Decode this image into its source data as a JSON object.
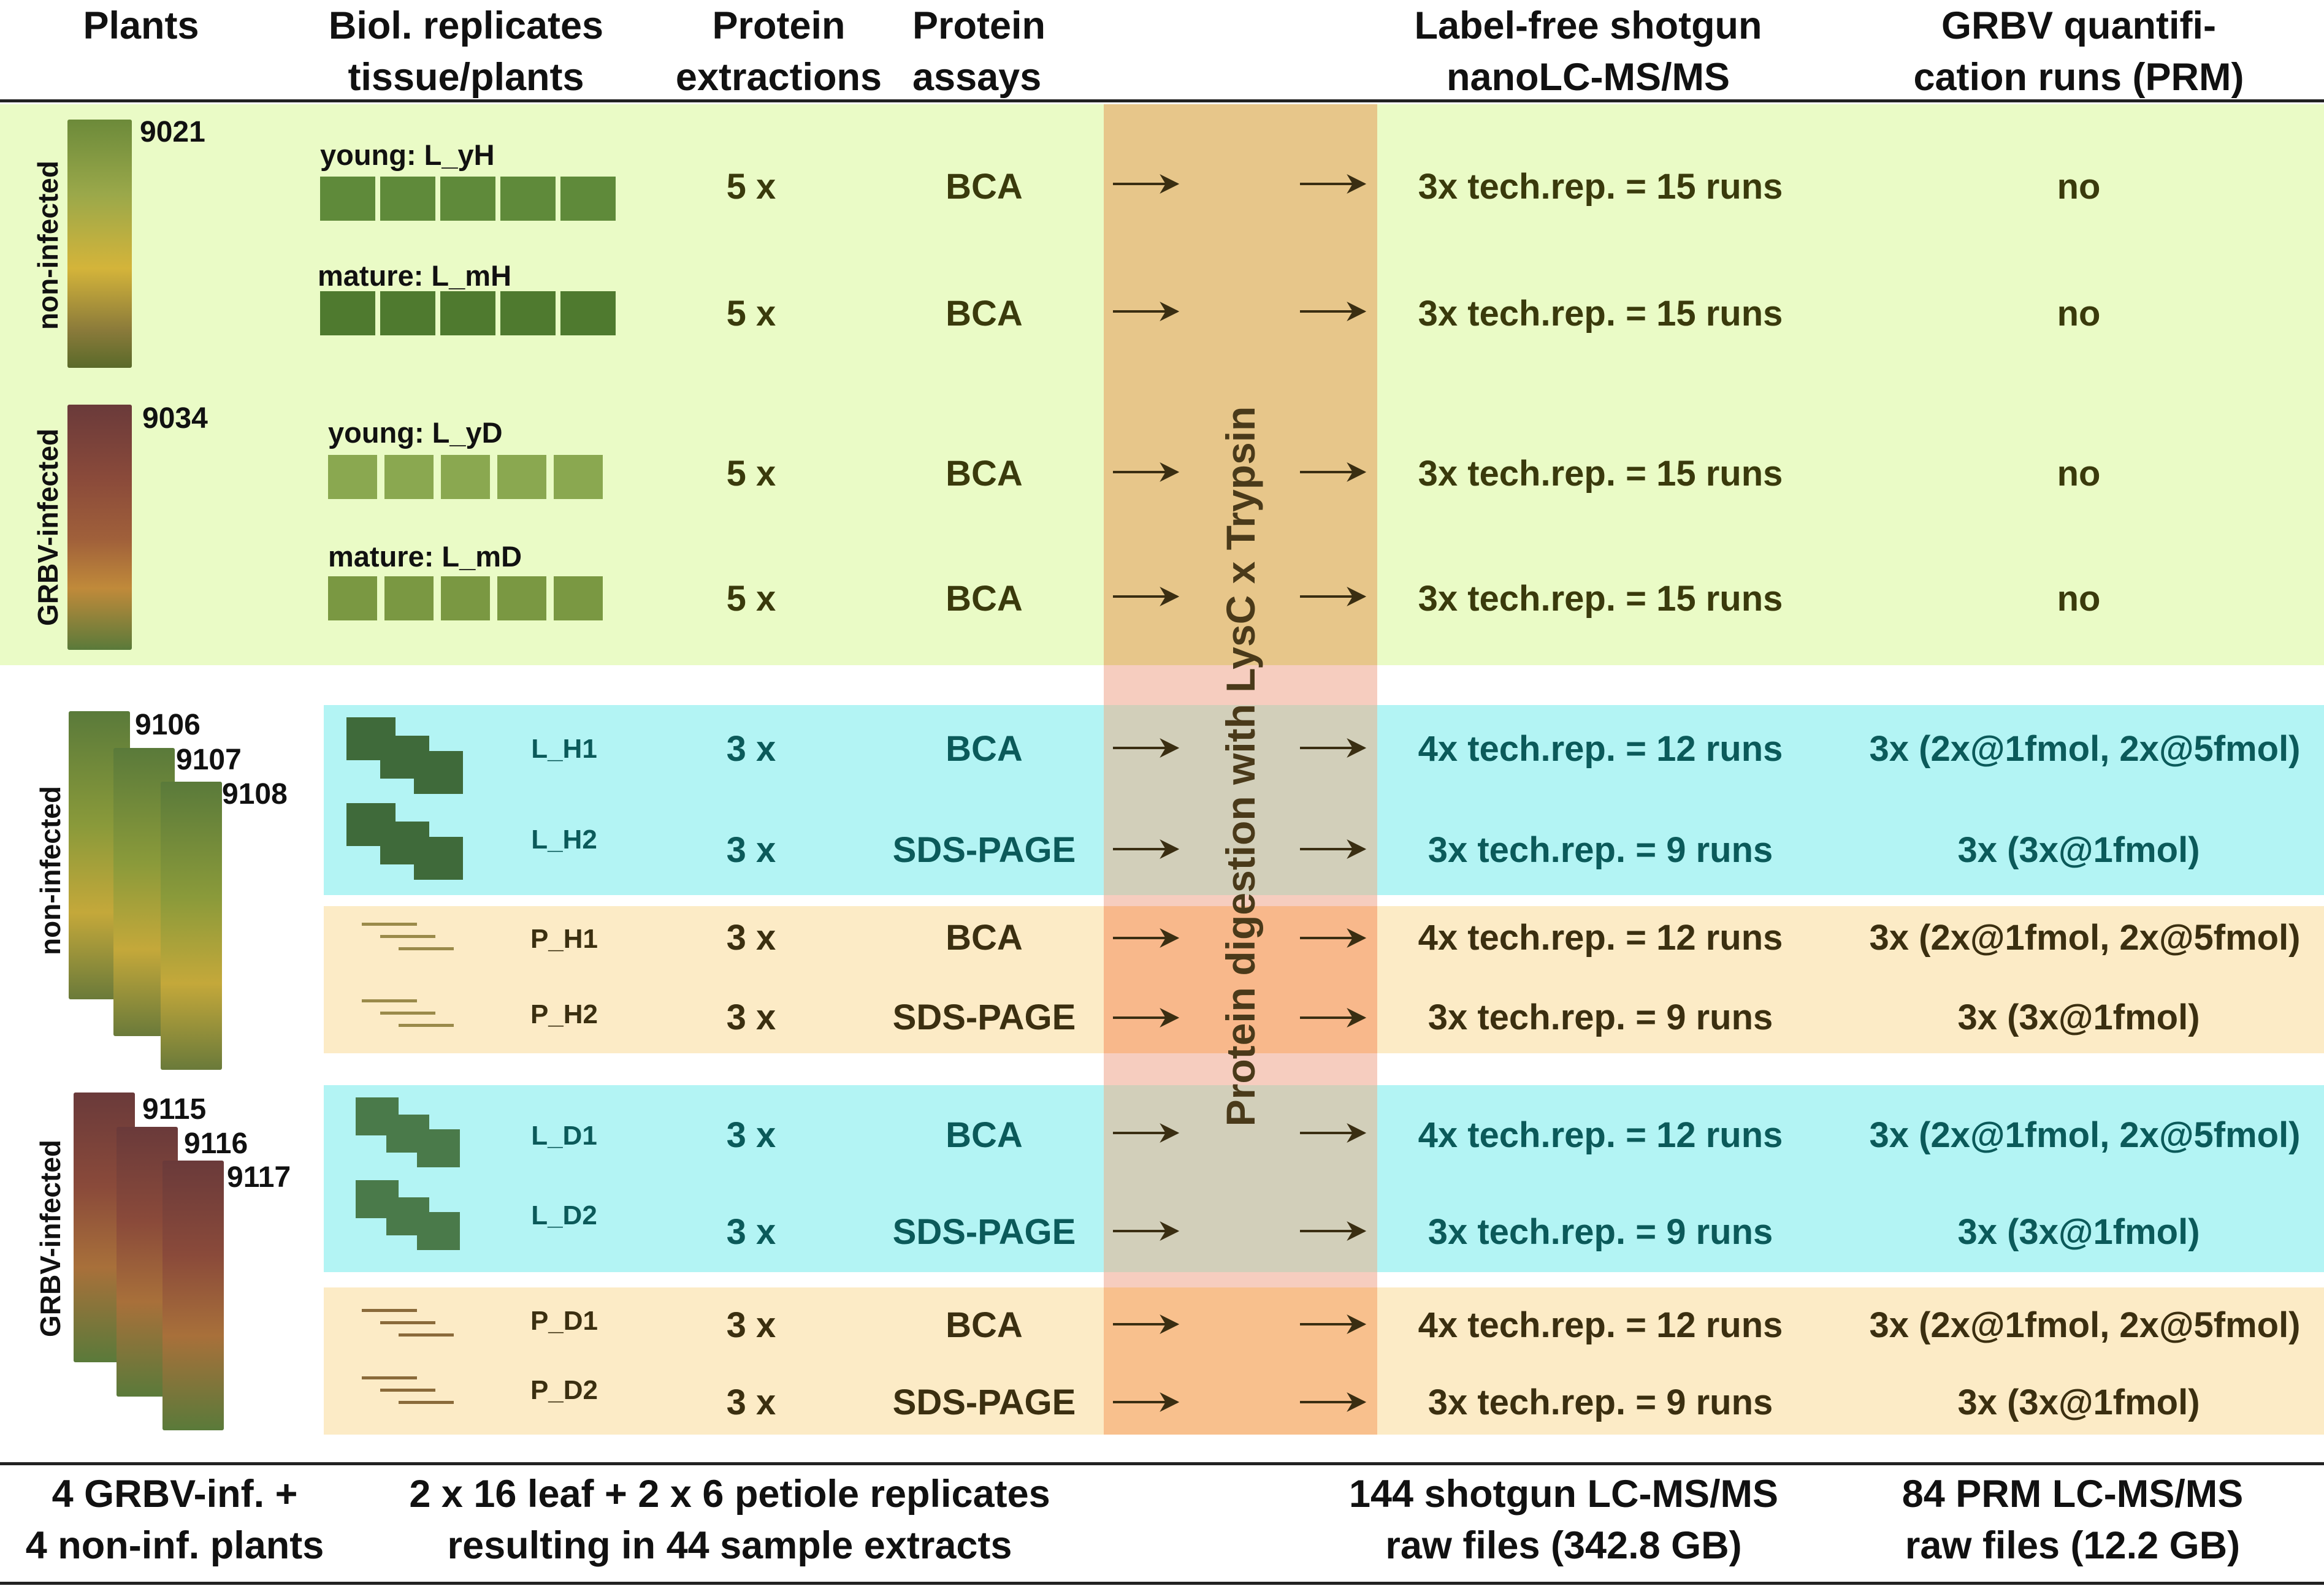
{
  "headers": {
    "plants": "Plants",
    "biol": [
      "Biol. replicates",
      "tissue/plants"
    ],
    "extractions": [
      "Protein",
      "extractions"
    ],
    "assays": [
      "Protein",
      "assays"
    ],
    "labelfree": [
      "Label-free shotgun",
      "nanoLC-MS/MS"
    ],
    "grbv": [
      "GRBV quantifi-",
      "cation runs (PRM)"
    ]
  },
  "digestion_label": "Protein digestion with LysC x Trypsin",
  "group1": {
    "noninfected_label": "non-infected",
    "noninfected_id": "9021",
    "infected_label": "GRBV-infected",
    "infected_id": "9034",
    "rows": [
      {
        "tissue": "young: L_yH",
        "extraction": "5 x",
        "assay": "BCA",
        "shotgun": "3x tech.rep. = 15 runs",
        "prm": "no"
      },
      {
        "tissue": "mature: L_mH",
        "extraction": "5 x",
        "assay": "BCA",
        "shotgun": "3x tech.rep. = 15 runs",
        "prm": "no"
      },
      {
        "tissue": "young: L_yD",
        "extraction": "5 x",
        "assay": "BCA",
        "shotgun": "3x tech.rep. = 15 runs",
        "prm": "no"
      },
      {
        "tissue": "mature: L_mD",
        "extraction": "5 x",
        "assay": "BCA",
        "shotgun": "3x tech.rep. = 15 runs",
        "prm": "no"
      }
    ]
  },
  "group2": {
    "noninfected_label": "non-infected",
    "noninfected_ids": [
      "9106",
      "9107",
      "9108"
    ],
    "infected_label": "GRBV-infected",
    "infected_ids": [
      "9115",
      "9116",
      "9117"
    ],
    "rows": [
      {
        "tissue": "L_H1",
        "extraction": "3 x",
        "assay": "BCA",
        "shotgun": "4x tech.rep. = 12 runs",
        "prm": "3x (2x@1fmol, 2x@5fmol)"
      },
      {
        "tissue": "L_H2",
        "extraction": "3 x",
        "assay": "SDS-PAGE",
        "shotgun": "3x tech.rep. = 9 runs",
        "prm": "3x (3x@1fmol)"
      },
      {
        "tissue": "P_H1",
        "extraction": "3 x",
        "assay": "BCA",
        "shotgun": "4x tech.rep. = 12 runs",
        "prm": "3x (2x@1fmol, 2x@5fmol)"
      },
      {
        "tissue": "P_H2",
        "extraction": "3 x",
        "assay": "SDS-PAGE",
        "shotgun": "3x tech.rep. = 9 runs",
        "prm": "3x (3x@1fmol)"
      },
      {
        "tissue": "L_D1",
        "extraction": "3 x",
        "assay": "BCA",
        "shotgun": "4x tech.rep. = 12 runs",
        "prm": "3x (2x@1fmol, 2x@5fmol)"
      },
      {
        "tissue": "L_D2",
        "extraction": "3 x",
        "assay": "SDS-PAGE",
        "shotgun": "3x tech.rep. = 9 runs",
        "prm": "3x (3x@1fmol)"
      },
      {
        "tissue": "P_D1",
        "extraction": "3 x",
        "assay": "BCA",
        "shotgun": "4x tech.rep. = 12 runs",
        "prm": "3x (2x@1fmol, 2x@5fmol)"
      },
      {
        "tissue": "P_D2",
        "extraction": "3 x",
        "assay": "SDS-PAGE",
        "shotgun": "3x tech.rep. = 9 runs",
        "prm": "3x (3x@1fmol)"
      }
    ]
  },
  "footer": {
    "plants": [
      "4 GRBV-inf. +",
      "4 non-inf. plants"
    ],
    "replicates": [
      "2 x 16 leaf + 2 x 6 petiole replicates",
      "resulting in 44 sample extracts"
    ],
    "shotgun": [
      "144 shotgun LC-MS/MS",
      "raw files (342.8 GB)"
    ],
    "prm": [
      "84 PRM LC-MS/MS",
      "raw files (12.2 GB)"
    ]
  },
  "colors": {
    "green_band": "#eafbc6",
    "cyan_band": "#b3f4f4",
    "tan_band": "#fcebc6",
    "digestion_column": "#e7c68a",
    "digestion_pink": "#f8c8b8"
  }
}
